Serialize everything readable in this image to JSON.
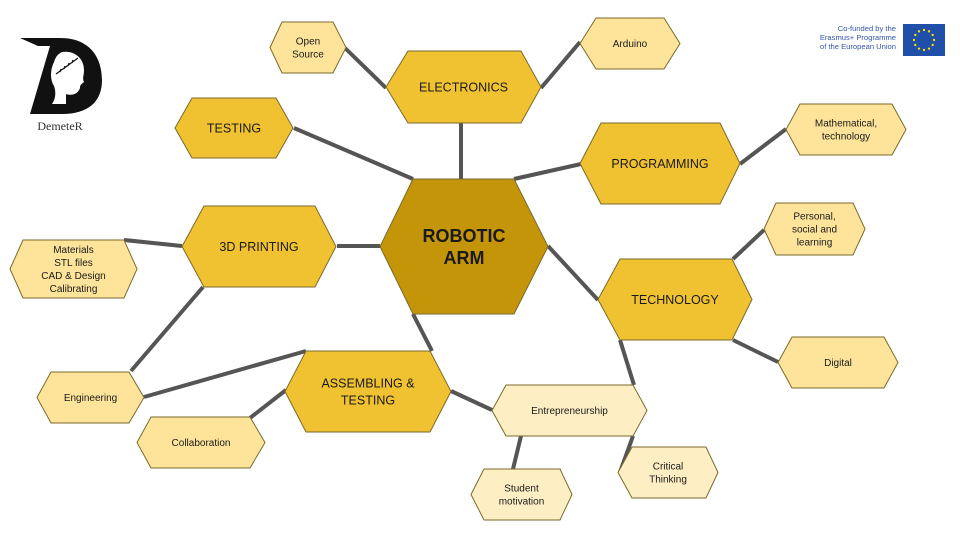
{
  "logo": {
    "letter": "D",
    "name": "DemeteR"
  },
  "funding": {
    "lines": [
      "Co-funded by the",
      "Erasmus+ Programme",
      "of the European Union"
    ],
    "flag_color": "#1f4fa8",
    "star_color": "#ffd700"
  },
  "colors": {
    "center_fill": "#c49509",
    "main_fill": "#f0c232",
    "leaf_fill": "#fde49a",
    "leaf_light_fill": "#fdeec4",
    "stroke": "#7a6a2a",
    "connector": "#555555"
  },
  "center": {
    "lines": [
      "ROBOTIC",
      "ARM"
    ]
  },
  "main_nodes": [
    {
      "id": "electronics",
      "lines": [
        "ELECTRONICS"
      ]
    },
    {
      "id": "testing",
      "lines": [
        "TESTING"
      ]
    },
    {
      "id": "programming",
      "lines": [
        "PROGRAMMING"
      ]
    },
    {
      "id": "printing",
      "lines": [
        "3D PRINTING"
      ]
    },
    {
      "id": "technology",
      "lines": [
        "TECHNOLOGY"
      ]
    },
    {
      "id": "assembling",
      "lines": [
        "ASSEMBLING &",
        "TESTING"
      ]
    }
  ],
  "leaf_nodes": [
    {
      "id": "open-source",
      "lines": [
        "Open",
        "Source"
      ]
    },
    {
      "id": "arduino",
      "lines": [
        "Arduino"
      ]
    },
    {
      "id": "mathematical",
      "lines": [
        "Mathematical,",
        "technology"
      ]
    },
    {
      "id": "materials",
      "lines": [
        "Materials",
        "STL files",
        "CAD & Design",
        "Calibrating"
      ]
    },
    {
      "id": "personal",
      "lines": [
        "Personal,",
        "social and",
        "learning"
      ]
    },
    {
      "id": "digital",
      "lines": [
        "Digital"
      ]
    },
    {
      "id": "engineering",
      "lines": [
        "Engineering"
      ]
    },
    {
      "id": "collaboration",
      "lines": [
        "Collaboration"
      ]
    },
    {
      "id": "entrepreneurship",
      "lines": [
        "Entrepreneurship"
      ]
    },
    {
      "id": "student",
      "lines": [
        "Student",
        "motivation"
      ]
    },
    {
      "id": "critical",
      "lines": [
        "Critical",
        "Thinking"
      ]
    }
  ]
}
